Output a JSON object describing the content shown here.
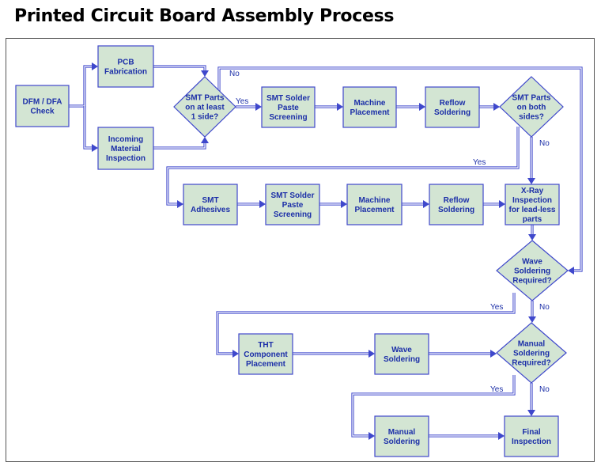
{
  "title": "Printed Circuit Board Assembly Process",
  "colors": {
    "box_fill": "#d3e5d3",
    "box_stroke": "#3f48cc",
    "text": "#1c2fa8"
  },
  "nodes": {
    "dfm": [
      "DFM / DFA",
      "Check"
    ],
    "pcb": [
      "PCB",
      "Fabrication"
    ],
    "incoming": [
      "Incoming",
      "Material",
      "Inspection"
    ],
    "smt_sides": [
      "SMT Parts",
      "on at least",
      "1 side?"
    ],
    "paste1": [
      "SMT Solder",
      "Paste",
      "Screening"
    ],
    "machine1": [
      "Machine",
      "Placement"
    ],
    "reflow1": [
      "Reflow",
      "Soldering"
    ],
    "both_sides": [
      "SMT Parts",
      "on both",
      "sides?"
    ],
    "adhesives": [
      "SMT",
      "Adhesives"
    ],
    "paste2": [
      "SMT Solder",
      "Paste",
      "Screening"
    ],
    "machine2": [
      "Machine",
      "Placement"
    ],
    "reflow2": [
      "Reflow",
      "Soldering"
    ],
    "xray": [
      "X-Ray",
      "Inspection",
      "for lead-less",
      "parts"
    ],
    "wave_req": [
      "Wave",
      "Soldering",
      "Required?"
    ],
    "tht": [
      "THT",
      "Component",
      "Placement"
    ],
    "wave": [
      "Wave",
      "Soldering"
    ],
    "manual_req": [
      "Manual",
      "Soldering",
      "Required?"
    ],
    "manual": [
      "Manual",
      "Soldering"
    ],
    "final": [
      "Final",
      "Inspection"
    ]
  },
  "edge_labels": {
    "no_top": "No",
    "yes_smt": "Yes",
    "no_both": "No",
    "yes_both": "Yes",
    "yes_wave": "Yes",
    "no_wave": "No",
    "yes_manual": "Yes",
    "no_manual": "No"
  }
}
